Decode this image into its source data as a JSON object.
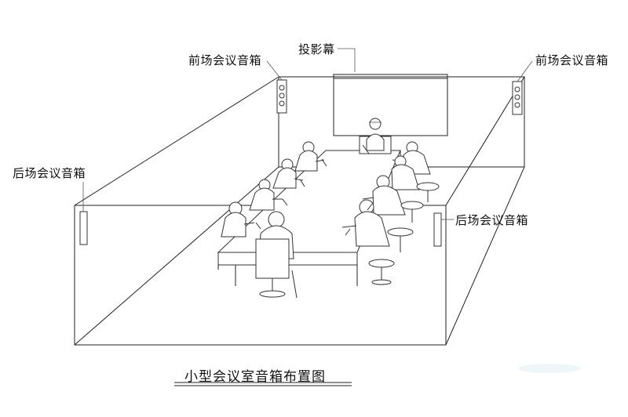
{
  "labels": {
    "front_speaker_left": "前场会议音箱",
    "projection_screen": "投影幕",
    "front_speaker_right": "前场会议音箱",
    "rear_speaker_left": "后场会议音箱",
    "rear_speaker_right": "后场会议音箱"
  },
  "caption": "小型会议室音箱布置图"
}
